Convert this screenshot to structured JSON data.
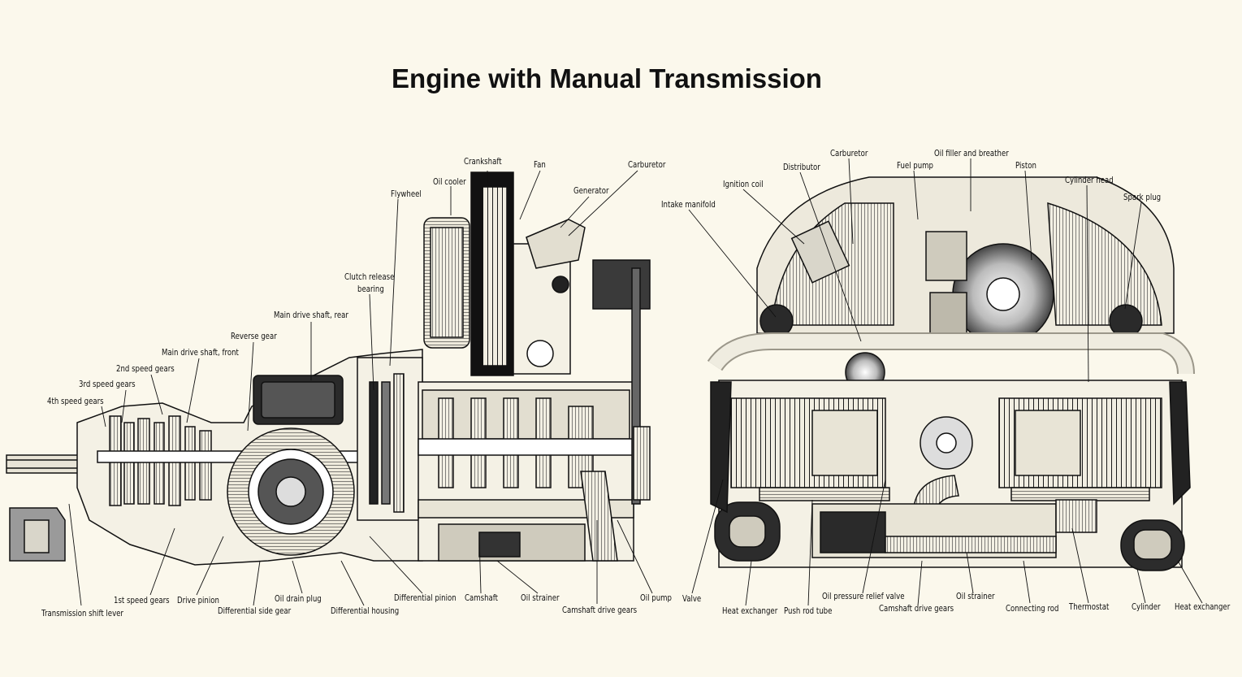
{
  "title": "Engine with Manual Transmission",
  "left_view": {
    "labels": {
      "crankshaft": "Crankshaft",
      "fan": "Fan",
      "carburetor": "Carburetor",
      "oil_cooler": "Oil cooler",
      "generator": "Generator",
      "flywheel": "Flywheel",
      "clutch_release_bearing_1": "Clutch release",
      "clutch_release_bearing_2": "bearing",
      "main_drive_shaft_rear": "Main drive shaft, rear",
      "reverse_gear": "Reverse gear",
      "main_drive_shaft_front": "Main drive shaft, front",
      "second_speed_gears": "2nd speed gears",
      "third_speed_gears": "3rd speed gears",
      "fourth_speed_gears": "4th speed gears",
      "first_speed_gears": "1st speed gears",
      "drive_pinion": "Drive pinion",
      "differential_side_gear": "Differential side gear",
      "oil_drain_plug": "Oil drain plug",
      "differential_housing": "Differential housing",
      "differential_pinion": "Differential pinion",
      "camshaft": "Camshaft",
      "oil_strainer": "Oil strainer",
      "camshaft_drive_gears": "Camshaft drive gears",
      "oil_pump": "Oil pump",
      "transmission_shift_lever": "Transmission shift lever"
    }
  },
  "right_view": {
    "labels": {
      "carburetor": "Carburetor",
      "oil_filler_and_breather": "Oil filler and breather",
      "distributor": "Distributor",
      "fuel_pump": "Fuel pump",
      "piston": "Piston",
      "ignition_coil": "Ignition coil",
      "cylinder_head": "Cylinder head",
      "intake_manifold": "Intake manifold",
      "spark_plug": "Spark plug",
      "valve": "Valve",
      "heat_exchanger_left": "Heat exchanger",
      "push_rod_tube": "Push rod tube",
      "oil_pressure_relief_valve": "Oil pressure relief valve",
      "camshaft_drive_gears": "Camshaft drive gears",
      "oil_strainer": "Oil strainer",
      "connecting_rod": "Connecting rod",
      "thermostat": "Thermostat",
      "cylinder": "Cylinder",
      "heat_exchanger_right": "Heat exchanger"
    }
  }
}
